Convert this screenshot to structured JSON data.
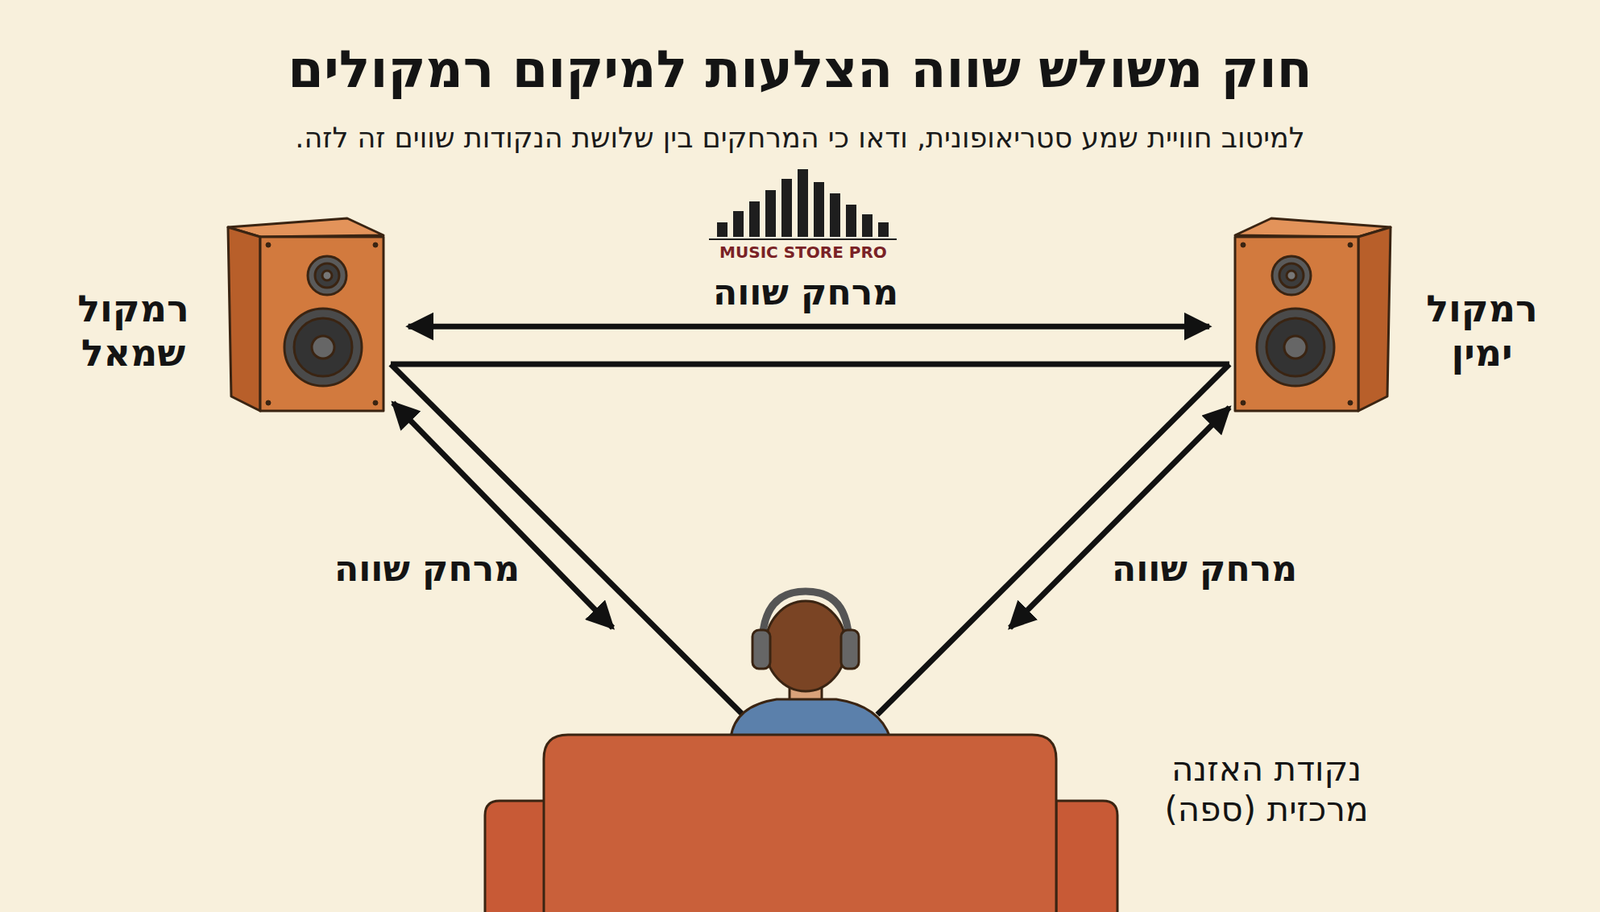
{
  "diagram": {
    "title": "חוק משולש שווה הצלעות למיקום רמקולים",
    "nodes": [
      {
        "text": [
          "רמקול שמאל"
        ]
      },
      {
        "text": [
          "רמקול ימין"
        ]
      },
      {
        "text": [
          "נקודת האזנה מרכזית (ספה)"
        ]
      }
    ],
    "edges": [
      {
        "from": 0,
        "to": 1,
        "label": "מרחק שווה",
        "arrow": "both"
      },
      {
        "from": 0,
        "to": 2,
        "label": "מרחק שווה",
        "arrow": "both"
      },
      {
        "from": 1,
        "to": 2,
        "label": "מרחק שווה",
        "arrow": "both"
      }
    ],
    "labels": [
      "למיטוב חוויית שמע סטריאופונית, ודאו כי המרחקים בין שלושת הנקודות שווים זה לזה.",
      "MUSIC STORE PRO"
    ]
  }
}
